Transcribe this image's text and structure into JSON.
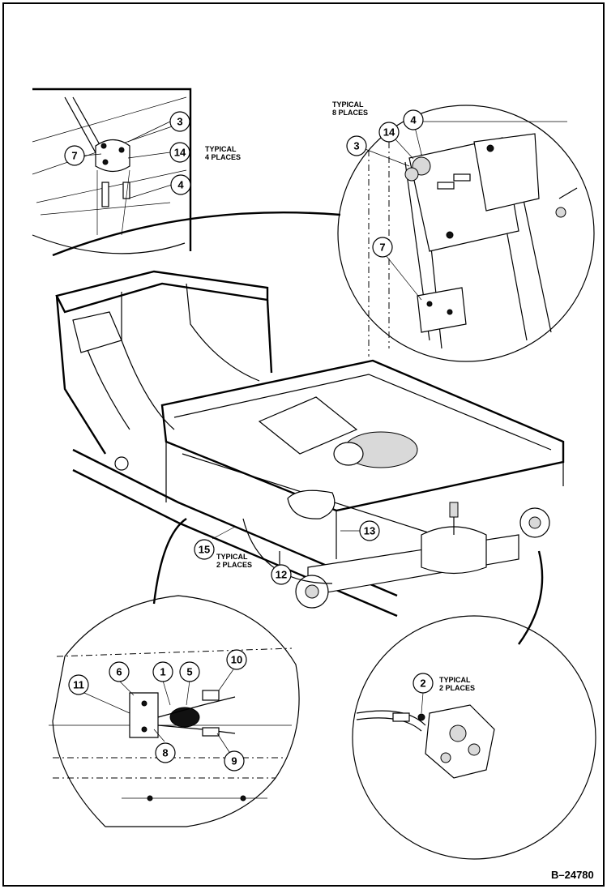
{
  "figure_id": "B–24780",
  "callouts": {
    "tl_3": "3",
    "tl_7": "7",
    "tl_14": "14",
    "tl_4": "4",
    "tr_4": "4",
    "tr_14": "14",
    "tr_3": "3",
    "tr_7": "7",
    "m_13": "13",
    "m_15": "15",
    "m_12": "12",
    "bl_10": "10",
    "bl_6": "6",
    "bl_1": "1",
    "bl_5": "5",
    "bl_11": "11",
    "bl_8": "8",
    "bl_9": "9",
    "br_2": "2"
  },
  "notes": {
    "tl_typical_line1": "TYPICAL",
    "tl_typical_line2": "4 PLACES",
    "tr_typical_line1": "TYPICAL",
    "tr_typical_line2": "8 PLACES",
    "m_typical_line1": "TYPICAL",
    "m_typical_line2": "2 PLACES",
    "br_typical_line1": "TYPICAL",
    "br_typical_line2": "2 PLACES"
  }
}
